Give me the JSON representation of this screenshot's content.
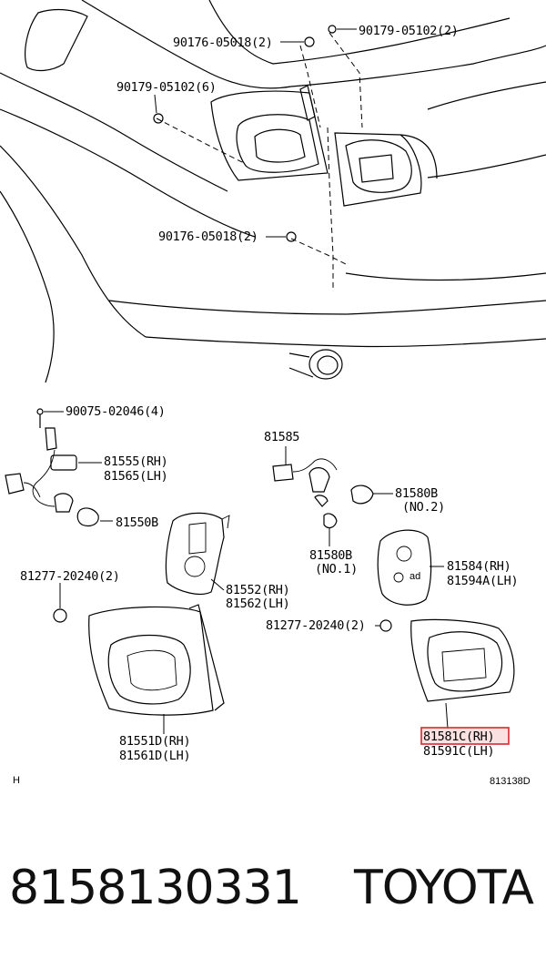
{
  "diagram": {
    "callouts": {
      "c1": "90176-05018(2)",
      "c2": "90179-05102(2)",
      "c3": "90179-05102(6)",
      "c4": "90176-05018(2)",
      "c5": "90075-02046(4)",
      "c6": "81555(RH)",
      "c7": "81565(LH)",
      "c8": "81550B",
      "c9": "81585",
      "c10": "81580B",
      "c11": "(NO.2)",
      "c12": "81580B",
      "c13": "(NO.1)",
      "c14": "81552(RH)",
      "c15": "81562(LH)",
      "c16": "81584(RH)",
      "c17": "81594A(LH)",
      "c18": "81277-20240(2)",
      "c19": "81277-20240(2)",
      "c20": "81551D(RH)",
      "c21": "81561D(LH)",
      "c22": "81581C(RH)",
      "c23": "81591C(LH)"
    },
    "corner_left": "H",
    "figure_id": "813138D",
    "highlight_color": "#d42a2a"
  },
  "footer": {
    "part_number": "8158130331",
    "brand": "TOYOTA"
  }
}
